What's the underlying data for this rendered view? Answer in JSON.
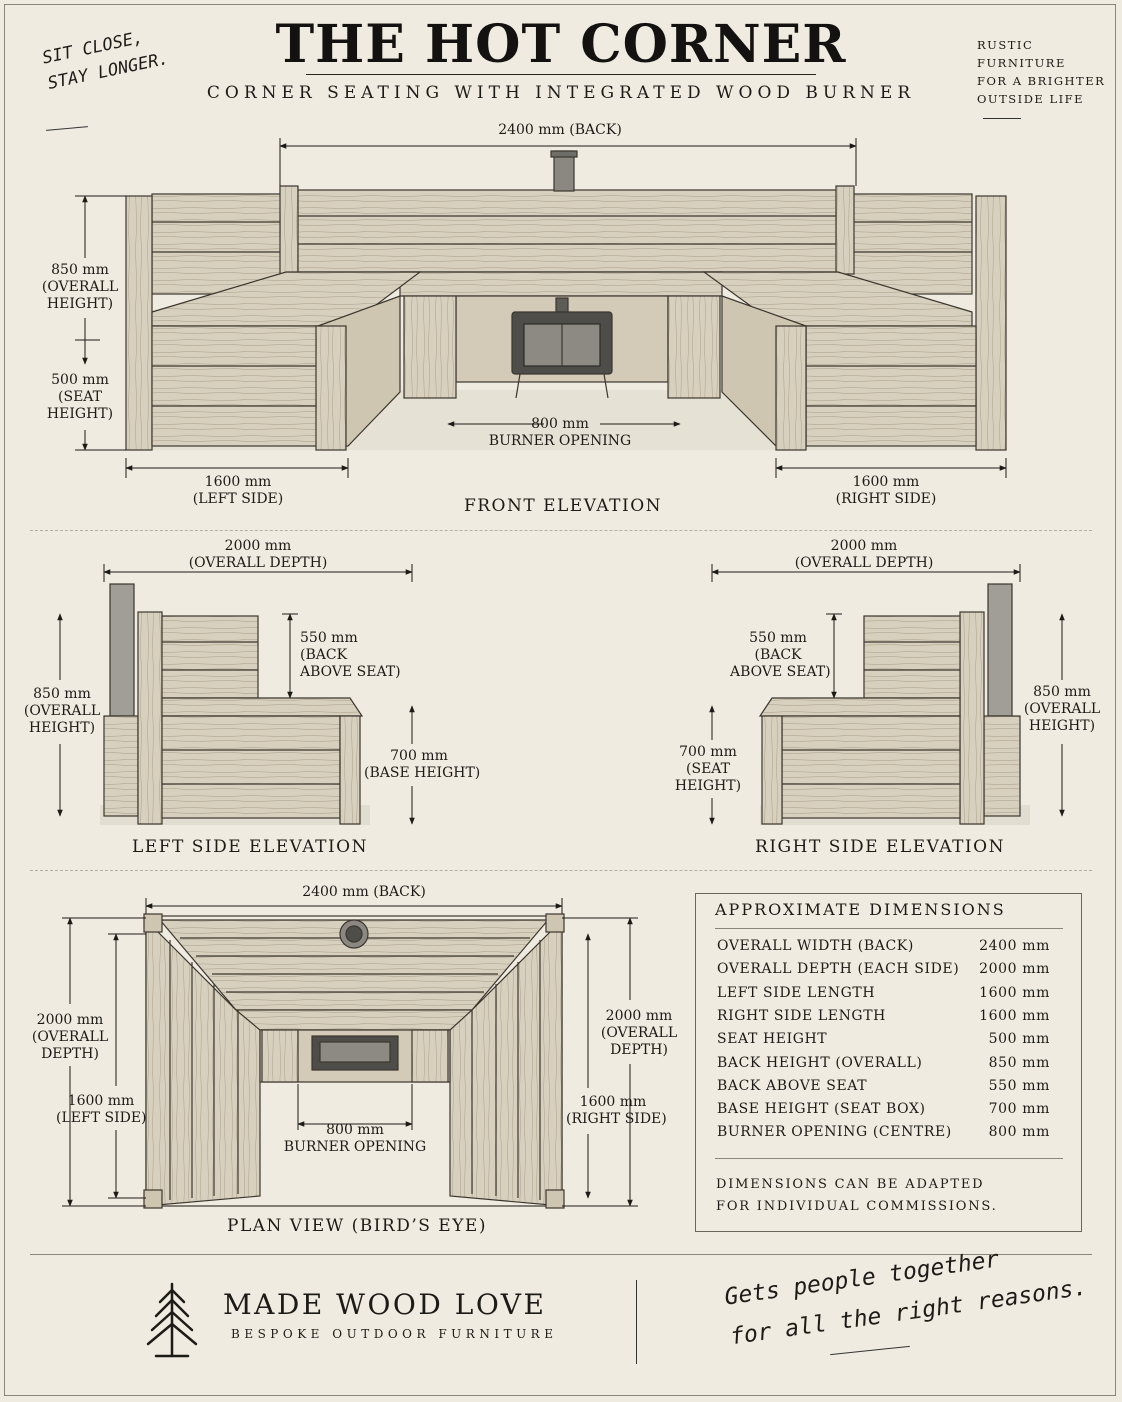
{
  "header": {
    "title": "THE HOT CORNER",
    "subtitle": "CORNER SEATING WITH INTEGRATED WOOD BURNER",
    "tagline_left": [
      "SIT CLOSE,",
      "STAY LONGER."
    ],
    "tagline_right": [
      "RUSTIC",
      "FURNITURE",
      "FOR A BRIGHTER",
      "OUTSIDE LIFE"
    ]
  },
  "front_elevation": {
    "caption": "FRONT ELEVATION",
    "back_width": "2400 mm (BACK)",
    "overall_height": [
      "850 mm",
      "(OVERALL",
      "HEIGHT)"
    ],
    "seat_height": [
      "500 mm",
      "(SEAT",
      "HEIGHT)"
    ],
    "burner_opening": [
      "800 mm",
      "BURNER OPENING"
    ],
    "left_side": [
      "1600 mm",
      "(LEFT SIDE)"
    ],
    "right_side": [
      "1600 mm",
      "(RIGHT SIDE)"
    ]
  },
  "left_side_elevation": {
    "caption": "LEFT SIDE ELEVATION",
    "overall_depth": [
      "2000 mm",
      "(OVERALL DEPTH)"
    ],
    "back_above_seat": [
      "550 mm",
      "(BACK",
      "ABOVE SEAT)"
    ],
    "overall_height": [
      "850 mm",
      "(OVERALL",
      "HEIGHT)"
    ],
    "base_height": [
      "700 mm",
      "(BASE HEIGHT)"
    ]
  },
  "right_side_elevation": {
    "caption": "RIGHT SIDE ELEVATION",
    "overall_depth": [
      "2000 mm",
      "(OVERALL DEPTH)"
    ],
    "back_above_seat": [
      "550 mm",
      "(BACK",
      "ABOVE SEAT)"
    ],
    "overall_height": [
      "850 mm",
      "(OVERALL",
      "HEIGHT)"
    ],
    "seat_height": [
      "700 mm",
      "(SEAT",
      "HEIGHT)"
    ]
  },
  "plan_view": {
    "caption": "PLAN VIEW (BIRD’S EYE)",
    "back": "2400 mm (BACK)",
    "overall_depth_left": [
      "2000 mm",
      "(OVERALL",
      "DEPTH)"
    ],
    "left_side": [
      "1600 mm",
      "(LEFT SIDE)"
    ],
    "overall_depth_right": [
      "2000 mm",
      "(OVERALL",
      "DEPTH)"
    ],
    "right_side": [
      "1600 mm",
      "(RIGHT SIDE)"
    ],
    "burner_opening": [
      "800 mm",
      "BURNER OPENING"
    ]
  },
  "dimensions_table": {
    "title": "APPROXIMATE DIMENSIONS",
    "rows": [
      {
        "label": "OVERALL WIDTH (BACK)",
        "value": "2400 mm"
      },
      {
        "label": "OVERALL DEPTH (EACH SIDE)",
        "value": "2000 mm"
      },
      {
        "label": "LEFT SIDE LENGTH",
        "value": "1600 mm"
      },
      {
        "label": "RIGHT SIDE LENGTH",
        "value": "1600 mm"
      },
      {
        "label": "SEAT HEIGHT",
        "value": "500 mm"
      },
      {
        "label": "BACK HEIGHT (OVERALL)",
        "value": "850 mm"
      },
      {
        "label": "BACK ABOVE SEAT",
        "value": "550 mm"
      },
      {
        "label": "BASE HEIGHT (SEAT BOX)",
        "value": "700 mm"
      },
      {
        "label": "BURNER OPENING (CENTRE)",
        "value": "800 mm"
      }
    ],
    "note": [
      "DIMENSIONS CAN BE ADAPTED",
      "FOR INDIVIDUAL COMMISSIONS."
    ]
  },
  "footer": {
    "brand": "MADE WOOD LOVE",
    "brand_sub": "BESPOKE OUTDOOR FURNITURE",
    "slogan": [
      "Gets people together",
      "for all the right reasons."
    ]
  },
  "colors": {
    "paper": "#efebe1",
    "ink": "#1d1b17",
    "wood_light": "#dcd5c6",
    "wood_mid": "#c9c0ad",
    "wood_dark": "#8f8675",
    "steel": "#6f6d68"
  }
}
